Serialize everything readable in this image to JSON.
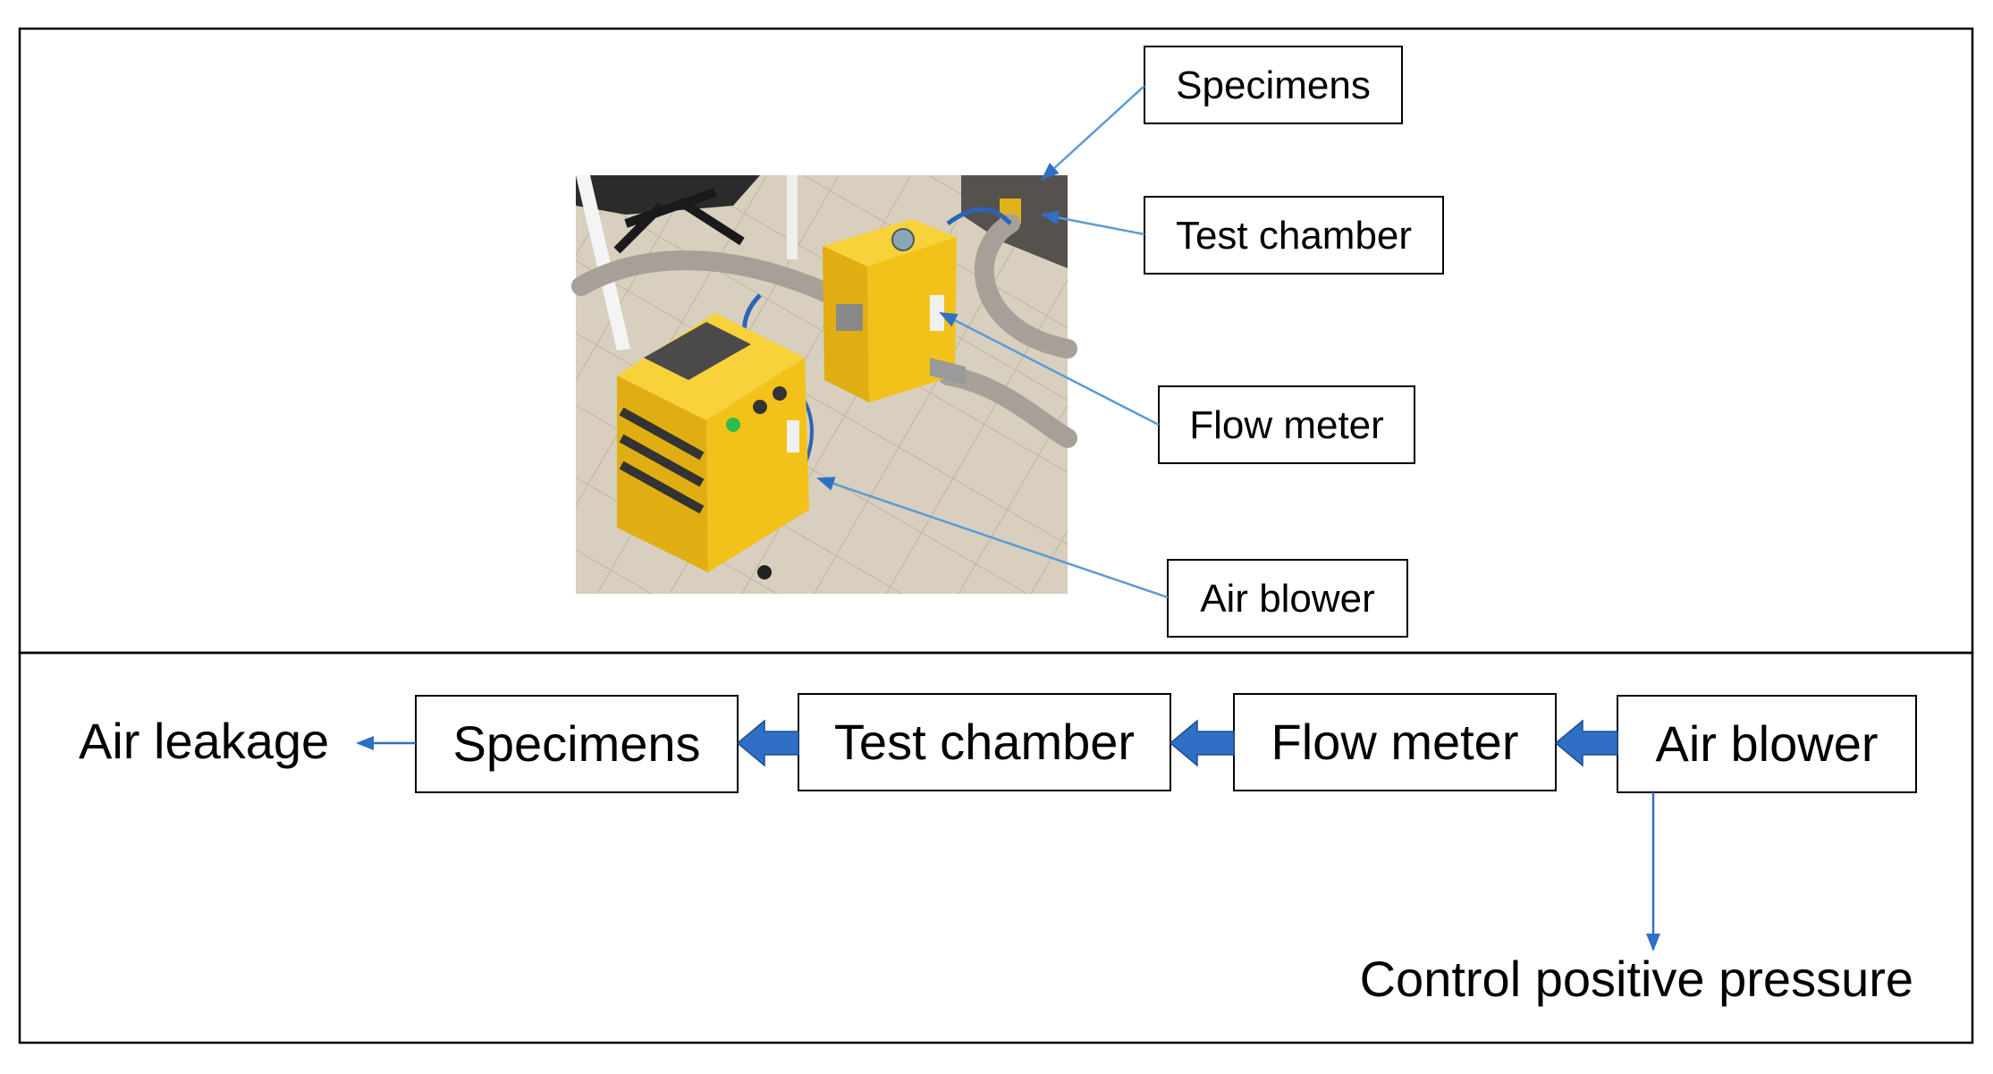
{
  "photo": {
    "labels": {
      "specimens": "Specimens",
      "test_chamber": "Test chamber",
      "flow_meter": "Flow meter",
      "air_blower": "Air blower"
    }
  },
  "flow": {
    "specimens": "Specimens",
    "test_chamber": "Test chamber",
    "flow_meter": "Flow meter",
    "air_blower": "Air blower",
    "air_leakage": "Air leakage",
    "control_pressure": "Control positive pressure"
  },
  "colors": {
    "arrow_blue": "#2F6FC5",
    "leader_blue": "#5B9BD5",
    "frame": "#000000",
    "equipment_yellow": "#F2C21A",
    "floor": "#D8CFBE"
  }
}
